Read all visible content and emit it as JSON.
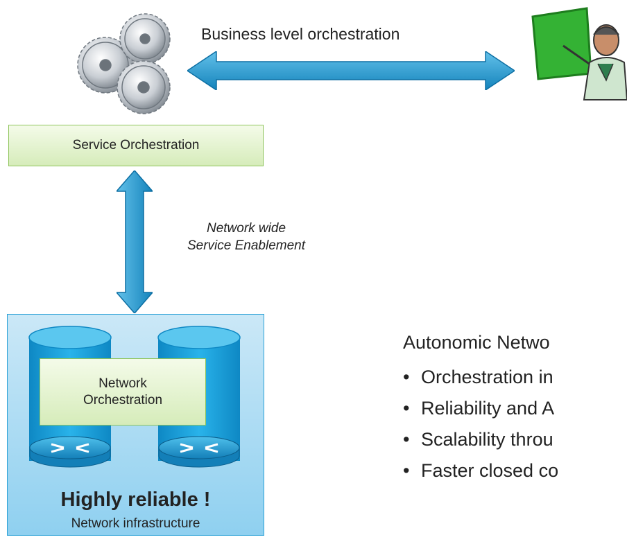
{
  "colors": {
    "arrow": "#1a97cf",
    "arrow_dark": "#0d6fa3",
    "green_border": "#8dc45a",
    "infra_blue": "#2aa1d6",
    "cylinder": "#1aa0d8"
  },
  "top": {
    "business_label": "Business level orchestration",
    "gears_image": "gears-icon",
    "presenter_image": "presenter-icon"
  },
  "service_box": {
    "label": "Service Orchestration"
  },
  "network_wide": {
    "line1": "Network wide",
    "line2": "Service Enablement"
  },
  "infrastructure": {
    "network_orch_line1": "Network",
    "network_orch_line2": "Orchestration",
    "highlight": "Highly reliable !",
    "caption": "Network infrastructure",
    "router_icon": "router-icon"
  },
  "autonomic": {
    "title": "Autonomic Netwo",
    "bullets": [
      "Orchestration in",
      "Reliability and A",
      "Scalability throu",
      "Faster closed co"
    ]
  }
}
